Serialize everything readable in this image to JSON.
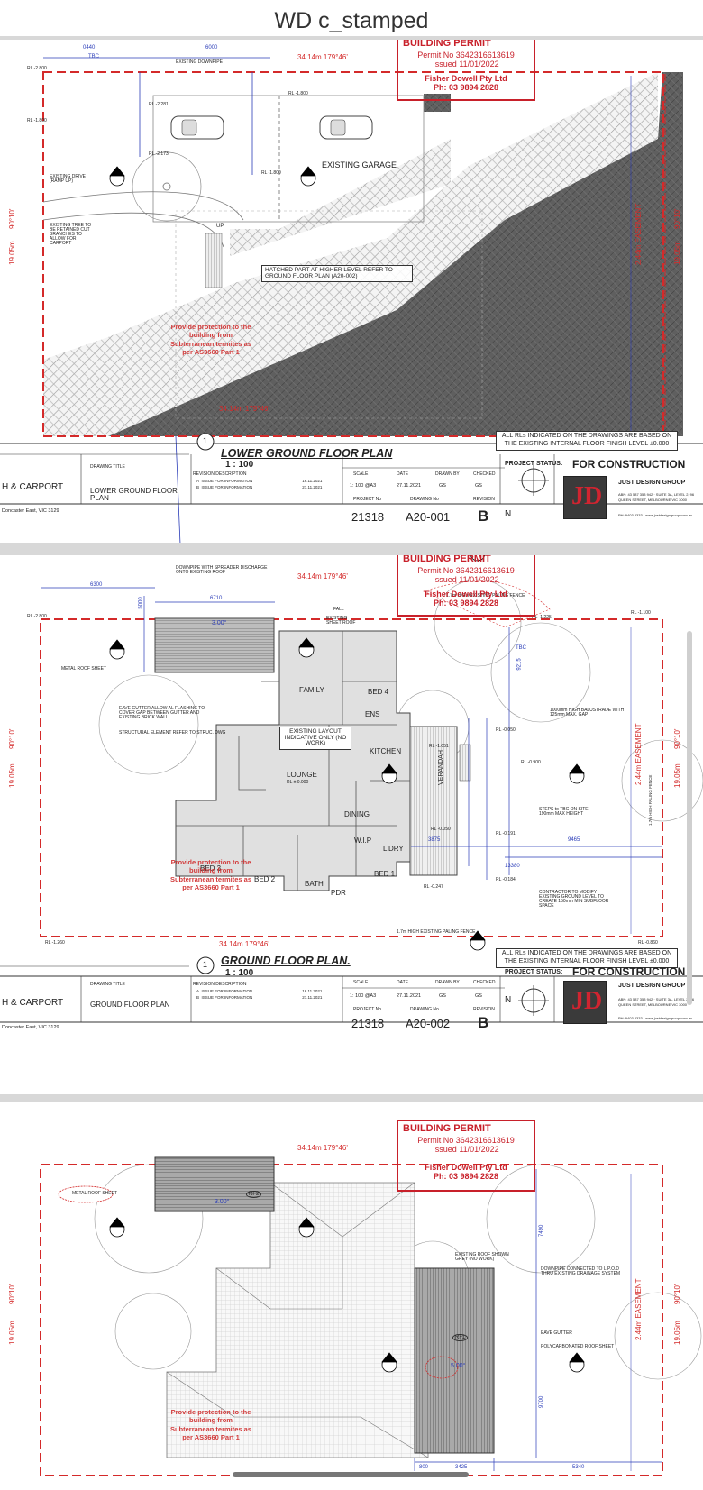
{
  "document": {
    "title": "WD  c_stamped"
  },
  "permit": {
    "heading": "BUILDING PERMIT",
    "permit_no": "Permit No  3642316613619",
    "issued": "Issued      11/01/2022",
    "company": "Fisher Dowell Pty Ltd",
    "phone": "Ph: 03 9894 2828"
  },
  "common": {
    "survey_top": "34.14m      179°46'",
    "survey_bottom": "34.14m      179°46'",
    "side_left_dim": "19.05m",
    "side_left_angle": "90°10'",
    "side_right_dim": "19.05m",
    "side_right_angle": "90°10'",
    "easement": "2.44m EASEMENT",
    "termite_note": "Provide protection to the building from Subterranean termites as per AS3660 Part 1",
    "rls_note": "ALL RLs INDICATED ON THE DRAWINGS ARE BASED ON THE EXISTING INTERNAL FLOOR FINISH LEVEL ±0.000",
    "project_status_label": "PROJECT STATUS:",
    "project_status": "FOR CONSTRUCTION",
    "scale": "1 : 100",
    "scale_sheet": "1: 100 @A3",
    "date": "27.11.2021",
    "drawn_by": "GS",
    "checked": "GS",
    "project_no": "21318",
    "carport": "H & CARPORT",
    "address": "Doncaster East, VIC 3129",
    "company": "JUST DESIGN GROUP",
    "logo": "JD",
    "tb_labels": {
      "scale": "SCALE",
      "date": "DATE",
      "drawn": "DRAWN BY",
      "checked": "CHECKED",
      "project": "PROJECT No",
      "drawing": "DRAWING No",
      "revision": "REVISION",
      "drawing_title": "DRAWING TITLE",
      "rev_desc": "REVISION DESCRIPTION"
    },
    "revisions": [
      {
        "rev": "A",
        "desc": "ISSUE FOR INFORMATION",
        "date": "16.11.2021"
      },
      {
        "rev": "B",
        "desc": "ISSUE FOR INFORMATION",
        "date": "27.11.2021"
      }
    ],
    "company_address": "ABN: 43 587 353 942 · SUITE 3A, LEVEL 2, 96 QUEEN STREET, MELBOURNE VIC 3000",
    "company_web": "PH: 9403 3333 · www.justdesigngroup.com.au"
  },
  "sheet1": {
    "plan_number": "1",
    "plan_title": "LOWER GROUND FLOOR PLAN",
    "drawing_title": "LOWER GROUND FLOOR PLAN",
    "drawing_no": "A20-001",
    "revision": "B",
    "hatch_note": "HATCHED PART AT HIGHER LEVEL REFER TO GROUND FLOOR PLAN (A20-002)",
    "garage": "EXISTING GARAGE",
    "downpipe": "EXISTING DOWNPIPE",
    "drive": "EXISTING DRIVE (RAMP UP)",
    "tree": "EXISTING TREE TO BE RETAINED CUT BRANCHES TO ALLOW FOR CARPORT",
    "up": "UP",
    "levels": [
      "RL -2.800",
      "RL -1.800",
      "RL -2.281",
      "RL -2.173",
      "RL -1.800",
      "RL -1.800"
    ],
    "dims": [
      "0440",
      "TBC",
      "6000"
    ]
  },
  "sheet2": {
    "plan_number": "1",
    "plan_title": "GROUND FLOOR PLAN.",
    "drawing_title": "GROUND FLOOR PLAN",
    "drawing_no": "A20-002",
    "revision": "B",
    "rooms": [
      "FAMILY",
      "BED 4",
      "ENS",
      "KITCHEN",
      "LOUNGE",
      "DINING",
      "W.I.P",
      "L'DRY",
      "BED 2",
      "BATH",
      "PDR",
      "BED 1",
      "BED 3",
      "VERANDAH"
    ],
    "existing_layout": "EXISTING LAYOUT INDICATIVE ONLY (NO WORK)",
    "downpipe": "DOWNPIPE WITH SPREADER DISCHARGE ONTO EXISTING ROOF",
    "fall": "FALL",
    "existing_roof": "EXISTING SHEET ROOF",
    "metal_roof": "METAL ROOF SHEET",
    "eave": "EAVE GUTTER ALLOW AL FLASHING TO COVER GAP BETWEEN GUTTER AND EXISTING BRICK WALL",
    "structural": "STRUCTURAL ELEMENT REFER TO STRUC. DWG",
    "balustrade": "1000mm HIGH BALUSTRADE WITH 125mm MAX. GAP",
    "steps": "STEPS to TBC ON SITE 190mm MAX HEIGHT",
    "contractor": "CONTRACTOR TO MODIFY EXISTING GROUND LEVEL TO CREATE 150mm MIN SUBFLOOR SPACE",
    "fence": "1.7m HIGH EXISTING PALING FENCE",
    "fence_side": "1.7m HIGH PALING FENCE",
    "fence_top": "1.7m HIGH EXISTING PALING FENCE",
    "levels": [
      "RL -2.800",
      "RL -1.225",
      "RL -1.100",
      "RL ± 0.000",
      "RL -0.050",
      "RL -0.050",
      "RL -0.191",
      "RL -0.184",
      "RL -0.247",
      "RL -1.260",
      "RL -0.860",
      "RL -0.900",
      "RL -1.051"
    ],
    "dims": [
      "6300",
      "6710",
      "5000",
      "3.00°",
      "TBC",
      "9215",
      "9465",
      "3875",
      "13380"
    ]
  },
  "sheet3": {
    "metal_roof": "METAL ROOF SHEET",
    "existing_roof": "EXISTING ROOF SHOWN GREY (NO WORK)",
    "downpipe": "DOWNPIPE CONNECTED TO L.P.O.D THRU EXISTING DRAINAGE SYSTEM",
    "eave": "EAVE GUTTER",
    "polycarb": "POLYCARBONATED ROOF SHEET",
    "rf2": "RF2",
    "rf1": "RF1",
    "pitch1": "3.00°",
    "pitch2": "5.00°",
    "dims": [
      "7490",
      "9700",
      "800",
      "3425",
      "5340"
    ]
  },
  "colors": {
    "red": "#d42a2a",
    "blue": "#2a3cb8",
    "hatch_dark": "#5a5a5a",
    "border": "#c8202a"
  }
}
